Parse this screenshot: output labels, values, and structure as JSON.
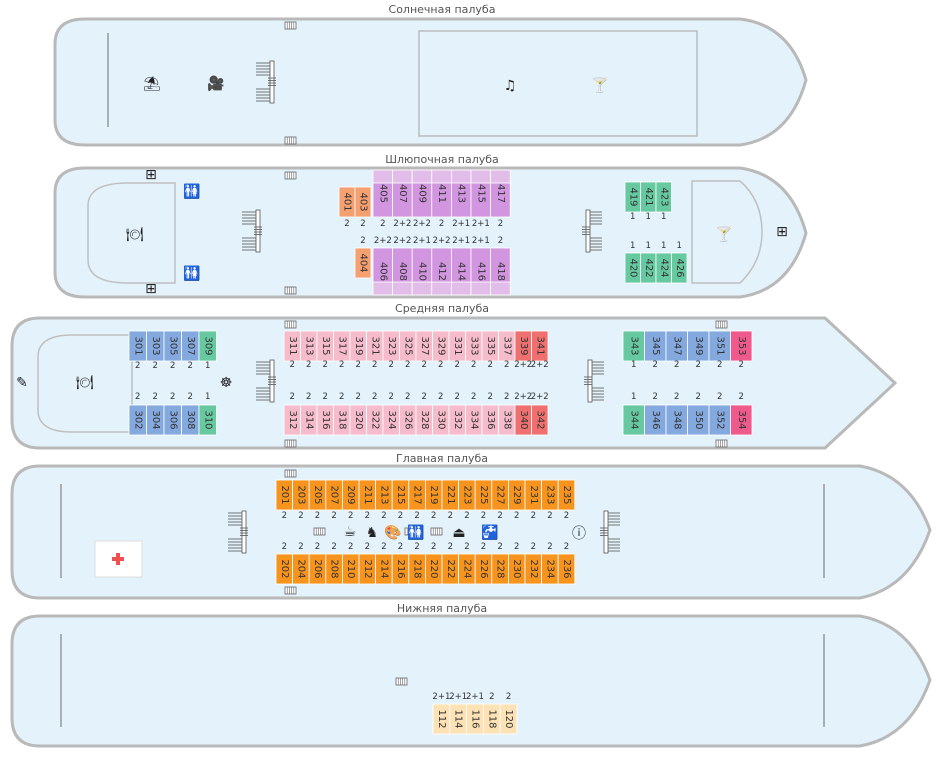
{
  "colors": {
    "hull_fill": "#e3f2fb",
    "hull_stroke": "#b9b9b9",
    "orange": "#f5a070",
    "orange_main": "#f7941e",
    "purple": "#d295e0",
    "purple_light": "#e2bdea",
    "green": "#67c9a0",
    "blue": "#84a9de",
    "pink": "#f6bccb",
    "red": "#f07070",
    "magenta": "#ef5a8c",
    "yellow": "#fde2b5",
    "medical_cross": "#ef4f4f"
  },
  "decks": [
    {
      "id": "sun",
      "title": "Солнечная палуба",
      "icons": [
        "beach-umbrella-icon",
        "video-camera-icon",
        "music-notes-icon",
        "cocktail-icon"
      ],
      "cabins": []
    },
    {
      "id": "boat",
      "title": "Шлюпочная палуба",
      "icons": [
        "restroom-icon",
        "restroom-icon",
        "restaurant-icon",
        "cocktail-icon",
        "dining-table-icon",
        "dining-table-icon",
        "dining-table-icon"
      ],
      "cabins": [
        {
          "num": "401",
          "berth": "2",
          "color": "orange",
          "row": "top"
        },
        {
          "num": "403",
          "berth": "2",
          "color": "orange",
          "row": "top"
        },
        {
          "num": "405",
          "berth": "2",
          "color": "purple",
          "row": "top"
        },
        {
          "num": "407",
          "berth": "2+2",
          "color": "purple",
          "row": "top"
        },
        {
          "num": "409",
          "berth": "2+2",
          "color": "purple",
          "row": "top"
        },
        {
          "num": "411",
          "berth": "2",
          "color": "purple",
          "row": "top"
        },
        {
          "num": "413",
          "berth": "2+1",
          "color": "purple",
          "row": "top"
        },
        {
          "num": "415",
          "berth": "2+1",
          "color": "purple",
          "row": "top"
        },
        {
          "num": "417",
          "berth": "2",
          "color": "purple",
          "row": "top"
        },
        {
          "num": "404",
          "berth": "2",
          "color": "orange",
          "row": "bottom"
        },
        {
          "num": "406",
          "berth": "2+2",
          "color": "purple",
          "row": "bottom"
        },
        {
          "num": "408",
          "berth": "2+2",
          "color": "purple",
          "row": "bottom"
        },
        {
          "num": "410",
          "berth": "2+1",
          "color": "purple",
          "row": "bottom"
        },
        {
          "num": "412",
          "berth": "2+2",
          "color": "purple",
          "row": "bottom"
        },
        {
          "num": "414",
          "berth": "2+1",
          "color": "purple",
          "row": "bottom"
        },
        {
          "num": "416",
          "berth": "2+1",
          "color": "purple",
          "row": "bottom"
        },
        {
          "num": "418",
          "berth": "2",
          "color": "purple",
          "row": "bottom"
        },
        {
          "num": "419",
          "berth": "1",
          "color": "green",
          "row": "top"
        },
        {
          "num": "421",
          "berth": "1",
          "color": "green",
          "row": "top"
        },
        {
          "num": "423",
          "berth": "1",
          "color": "green",
          "row": "top"
        },
        {
          "num": "420",
          "berth": "1",
          "color": "green",
          "row": "bottom"
        },
        {
          "num": "422",
          "berth": "1",
          "color": "green",
          "row": "bottom"
        },
        {
          "num": "424",
          "berth": "1",
          "color": "green",
          "row": "bottom"
        },
        {
          "num": "426",
          "berth": "1",
          "color": "green",
          "row": "bottom"
        }
      ]
    },
    {
      "id": "middle",
      "title": "Средняя палуба",
      "icons": [
        "restaurant-icon",
        "wheel-icon",
        "pen-icon"
      ],
      "cabins": [
        {
          "num": "301",
          "berth": "2",
          "color": "blue",
          "row": "top"
        },
        {
          "num": "303",
          "berth": "2",
          "color": "blue",
          "row": "top"
        },
        {
          "num": "305",
          "berth": "2",
          "color": "blue",
          "row": "top"
        },
        {
          "num": "307",
          "berth": "2",
          "color": "blue",
          "row": "top"
        },
        {
          "num": "309",
          "berth": "1",
          "color": "green",
          "row": "top"
        },
        {
          "num": "302",
          "berth": "2",
          "color": "blue",
          "row": "bottom"
        },
        {
          "num": "304",
          "berth": "2",
          "color": "blue",
          "row": "bottom"
        },
        {
          "num": "306",
          "berth": "2",
          "color": "blue",
          "row": "bottom"
        },
        {
          "num": "308",
          "berth": "2",
          "color": "blue",
          "row": "bottom"
        },
        {
          "num": "310",
          "berth": "1",
          "color": "green",
          "row": "bottom"
        },
        {
          "num": "311",
          "berth": "2",
          "color": "pink",
          "row": "top"
        },
        {
          "num": "313",
          "berth": "2",
          "color": "pink",
          "row": "top"
        },
        {
          "num": "315",
          "berth": "2",
          "color": "pink",
          "row": "top"
        },
        {
          "num": "317",
          "berth": "2",
          "color": "pink",
          "row": "top"
        },
        {
          "num": "319",
          "berth": "2",
          "color": "pink",
          "row": "top"
        },
        {
          "num": "321",
          "berth": "2",
          "color": "pink",
          "row": "top"
        },
        {
          "num": "323",
          "berth": "2",
          "color": "pink",
          "row": "top"
        },
        {
          "num": "325",
          "berth": "2",
          "color": "pink",
          "row": "top"
        },
        {
          "num": "327",
          "berth": "2",
          "color": "pink",
          "row": "top"
        },
        {
          "num": "329",
          "berth": "2",
          "color": "pink",
          "row": "top"
        },
        {
          "num": "331",
          "berth": "2",
          "color": "pink",
          "row": "top"
        },
        {
          "num": "333",
          "berth": "2",
          "color": "pink",
          "row": "top"
        },
        {
          "num": "335",
          "berth": "2",
          "color": "pink",
          "row": "top"
        },
        {
          "num": "337",
          "berth": "2",
          "color": "pink",
          "row": "top"
        },
        {
          "num": "339",
          "berth": "2+2",
          "color": "red",
          "row": "top"
        },
        {
          "num": "341",
          "berth": "2+2",
          "color": "red",
          "row": "top"
        },
        {
          "num": "312",
          "berth": "2",
          "color": "pink",
          "row": "bottom"
        },
        {
          "num": "314",
          "berth": "2",
          "color": "pink",
          "row": "bottom"
        },
        {
          "num": "316",
          "berth": "2",
          "color": "pink",
          "row": "bottom"
        },
        {
          "num": "318",
          "berth": "2",
          "color": "pink",
          "row": "bottom"
        },
        {
          "num": "320",
          "berth": "2",
          "color": "pink",
          "row": "bottom"
        },
        {
          "num": "322",
          "berth": "2",
          "color": "pink",
          "row": "bottom"
        },
        {
          "num": "324",
          "berth": "2",
          "color": "pink",
          "row": "bottom"
        },
        {
          "num": "326",
          "berth": "2",
          "color": "pink",
          "row": "bottom"
        },
        {
          "num": "328",
          "berth": "2",
          "color": "pink",
          "row": "bottom"
        },
        {
          "num": "330",
          "berth": "2",
          "color": "pink",
          "row": "bottom"
        },
        {
          "num": "332",
          "berth": "2",
          "color": "pink",
          "row": "bottom"
        },
        {
          "num": "334",
          "berth": "2",
          "color": "pink",
          "row": "bottom"
        },
        {
          "num": "336",
          "berth": "2",
          "color": "pink",
          "row": "bottom"
        },
        {
          "num": "338",
          "berth": "2",
          "color": "pink",
          "row": "bottom"
        },
        {
          "num": "340",
          "berth": "2+2",
          "color": "red",
          "row": "bottom"
        },
        {
          "num": "342",
          "berth": "2+2",
          "color": "red",
          "row": "bottom"
        },
        {
          "num": "343",
          "berth": "1",
          "color": "green",
          "row": "top"
        },
        {
          "num": "345",
          "berth": "2",
          "color": "blue",
          "row": "top"
        },
        {
          "num": "347",
          "berth": "2",
          "color": "blue",
          "row": "top"
        },
        {
          "num": "349",
          "berth": "2",
          "color": "blue",
          "row": "top"
        },
        {
          "num": "351",
          "berth": "2",
          "color": "blue",
          "row": "top"
        },
        {
          "num": "353",
          "berth": "2",
          "color": "magenta",
          "row": "top"
        },
        {
          "num": "344",
          "berth": "1",
          "color": "green",
          "row": "bottom"
        },
        {
          "num": "346",
          "berth": "2",
          "color": "blue",
          "row": "bottom"
        },
        {
          "num": "348",
          "berth": "2",
          "color": "blue",
          "row": "bottom"
        },
        {
          "num": "350",
          "berth": "2",
          "color": "blue",
          "row": "bottom"
        },
        {
          "num": "352",
          "berth": "2",
          "color": "blue",
          "row": "bottom"
        },
        {
          "num": "354",
          "berth": "2",
          "color": "magenta",
          "row": "bottom"
        }
      ]
    },
    {
      "id": "main",
      "title": "Главная палуба",
      "icons": [
        "coffee-machine-icon",
        "kids-rocking-horse-icon",
        "art-palette-icon",
        "restroom-icon",
        "iron-icon",
        "laundry-tap-icon",
        "info-icon",
        "medical-cross-icon"
      ],
      "cabins": [
        {
          "num": "201",
          "berth": "2",
          "color": "orange_main",
          "row": "top"
        },
        {
          "num": "203",
          "berth": "2",
          "color": "orange_main",
          "row": "top"
        },
        {
          "num": "205",
          "berth": "2",
          "color": "orange_main",
          "row": "top"
        },
        {
          "num": "207",
          "berth": "2",
          "color": "orange_main",
          "row": "top"
        },
        {
          "num": "209",
          "berth": "2",
          "color": "orange_main",
          "row": "top"
        },
        {
          "num": "211",
          "berth": "2",
          "color": "orange_main",
          "row": "top"
        },
        {
          "num": "213",
          "berth": "2",
          "color": "orange_main",
          "row": "top"
        },
        {
          "num": "215",
          "berth": "2",
          "color": "orange_main",
          "row": "top"
        },
        {
          "num": "217",
          "berth": "2",
          "color": "orange_main",
          "row": "top"
        },
        {
          "num": "219",
          "berth": "2",
          "color": "orange_main",
          "row": "top"
        },
        {
          "num": "221",
          "berth": "2",
          "color": "orange_main",
          "row": "top"
        },
        {
          "num": "223",
          "berth": "2",
          "color": "orange_main",
          "row": "top"
        },
        {
          "num": "225",
          "berth": "2",
          "color": "orange_main",
          "row": "top"
        },
        {
          "num": "227",
          "berth": "2",
          "color": "orange_main",
          "row": "top"
        },
        {
          "num": "229",
          "berth": "2",
          "color": "orange_main",
          "row": "top"
        },
        {
          "num": "231",
          "berth": "2",
          "color": "orange_main",
          "row": "top"
        },
        {
          "num": "233",
          "berth": "2",
          "color": "orange_main",
          "row": "top"
        },
        {
          "num": "235",
          "berth": "2",
          "color": "orange_main",
          "row": "top"
        },
        {
          "num": "202",
          "berth": "2",
          "color": "orange_main",
          "row": "bottom"
        },
        {
          "num": "204",
          "berth": "2",
          "color": "orange_main",
          "row": "bottom"
        },
        {
          "num": "206",
          "berth": "2",
          "color": "orange_main",
          "row": "bottom"
        },
        {
          "num": "208",
          "berth": "2",
          "color": "orange_main",
          "row": "bottom"
        },
        {
          "num": "210",
          "berth": "2",
          "color": "orange_main",
          "row": "bottom"
        },
        {
          "num": "212",
          "berth": "2",
          "color": "orange_main",
          "row": "bottom"
        },
        {
          "num": "214",
          "berth": "2",
          "color": "orange_main",
          "row": "bottom"
        },
        {
          "num": "216",
          "berth": "2",
          "color": "orange_main",
          "row": "bottom"
        },
        {
          "num": "218",
          "berth": "2",
          "color": "orange_main",
          "row": "bottom"
        },
        {
          "num": "220",
          "berth": "2",
          "color": "orange_main",
          "row": "bottom"
        },
        {
          "num": "222",
          "berth": "2",
          "color": "orange_main",
          "row": "bottom"
        },
        {
          "num": "224",
          "berth": "2",
          "color": "orange_main",
          "row": "bottom"
        },
        {
          "num": "226",
          "berth": "2",
          "color": "orange_main",
          "row": "bottom"
        },
        {
          "num": "228",
          "berth": "2",
          "color": "orange_main",
          "row": "bottom"
        },
        {
          "num": "230",
          "berth": "2",
          "color": "orange_main",
          "row": "bottom"
        },
        {
          "num": "232",
          "berth": "2",
          "color": "orange_main",
          "row": "bottom"
        },
        {
          "num": "234",
          "berth": "2",
          "color": "orange_main",
          "row": "bottom"
        },
        {
          "num": "236",
          "berth": "2",
          "color": "orange_main",
          "row": "bottom"
        }
      ]
    },
    {
      "id": "lower",
      "title": "Нижняя палуба",
      "icons": [],
      "cabins": [
        {
          "num": "112",
          "berth": "2+1",
          "color": "yellow",
          "row": "top"
        },
        {
          "num": "114",
          "berth": "2+1",
          "color": "yellow",
          "row": "top"
        },
        {
          "num": "116",
          "berth": "2+1",
          "color": "yellow",
          "row": "top"
        },
        {
          "num": "118",
          "berth": "2",
          "color": "yellow",
          "row": "top"
        },
        {
          "num": "120",
          "berth": "2",
          "color": "yellow",
          "row": "top"
        }
      ]
    }
  ]
}
